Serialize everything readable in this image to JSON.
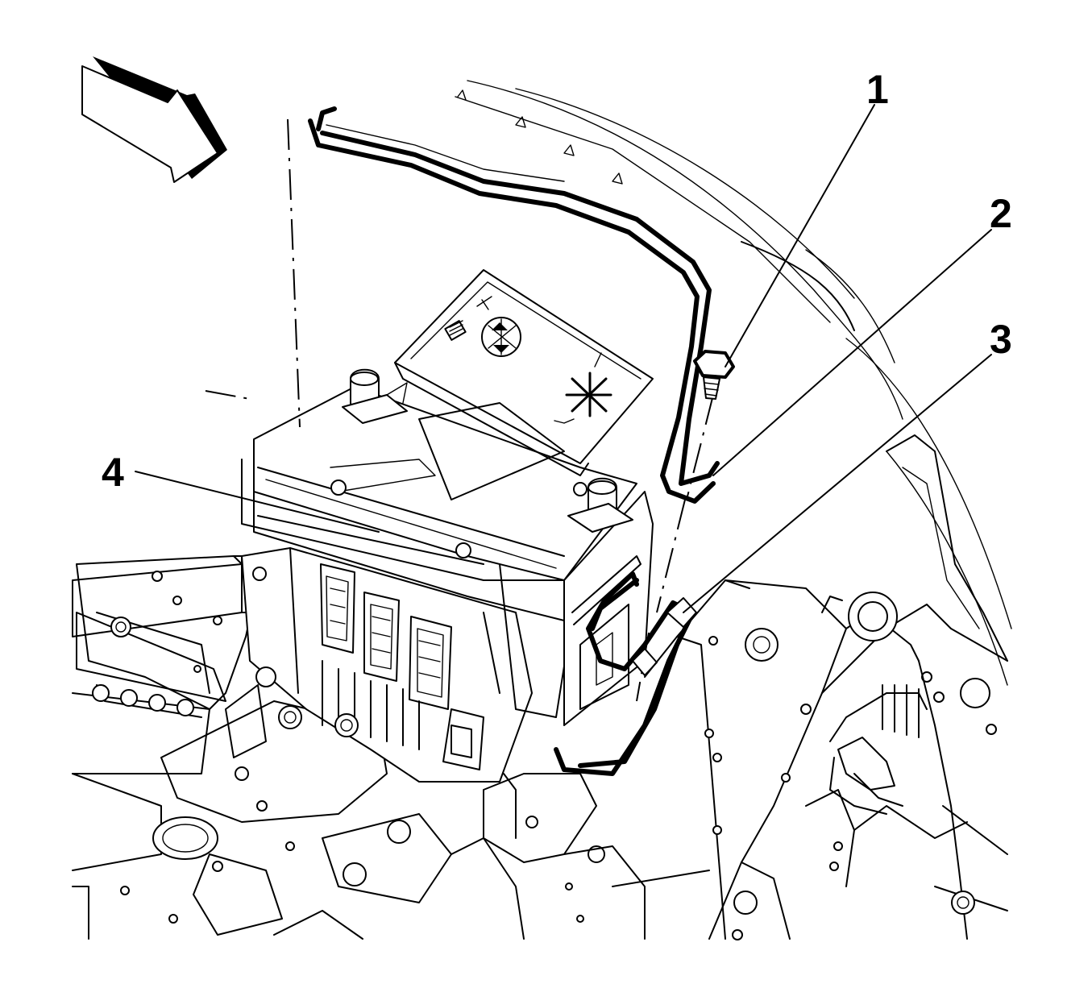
{
  "callouts": [
    {
      "id": "1",
      "label": "1"
    },
    {
      "id": "2",
      "label": "2"
    },
    {
      "id": "3",
      "label": "3"
    },
    {
      "id": "4",
      "label": "4"
    }
  ],
  "icons": [
    "direction-arrow-icon",
    "recycle-symbol-icon",
    "no-open-flame-icon",
    "battery-terminal-icon"
  ],
  "colors": {
    "line": "#000000",
    "background": "#ffffff"
  }
}
